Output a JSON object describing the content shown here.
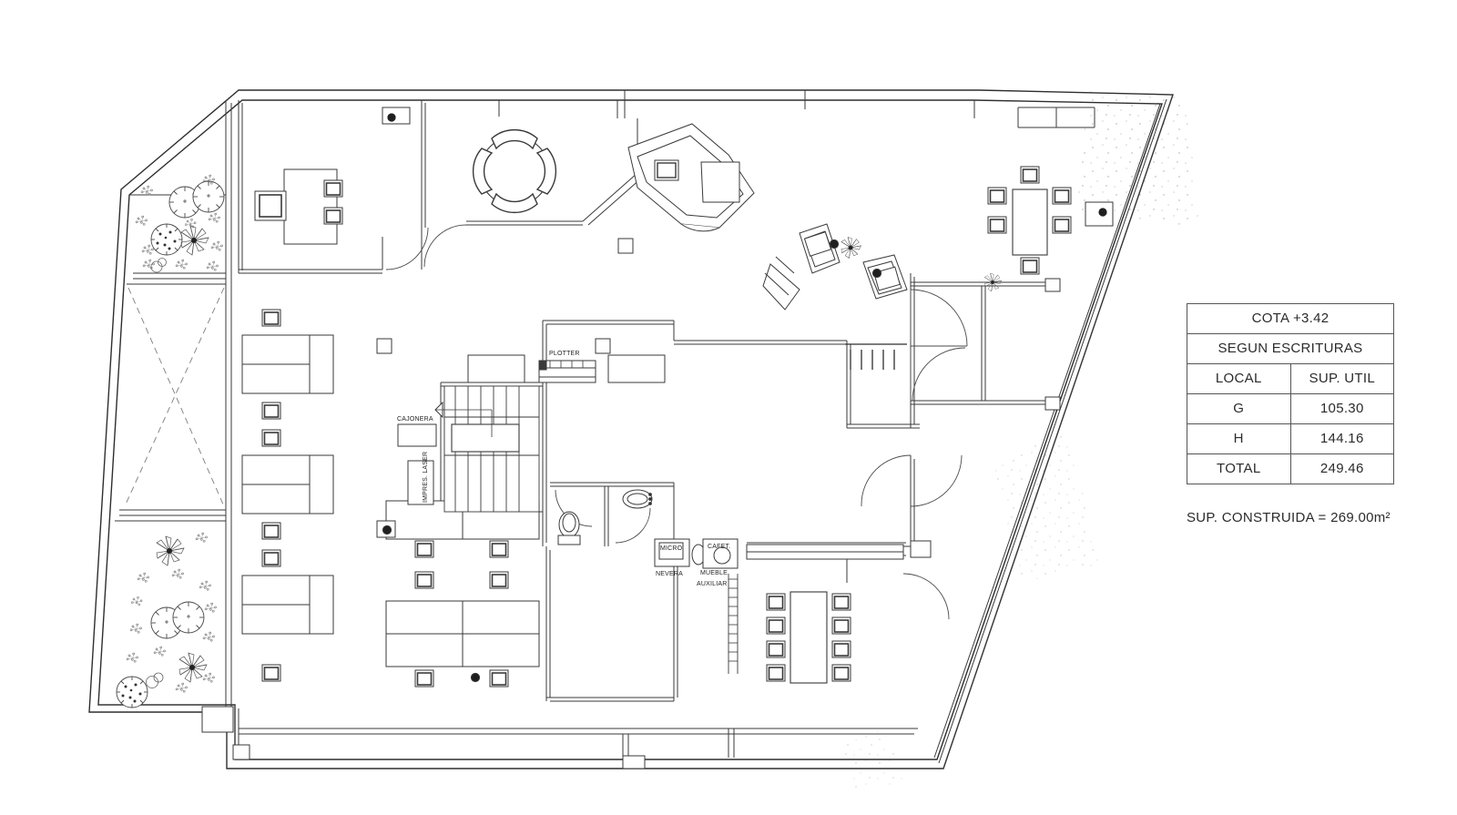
{
  "document": {
    "type": "architectural-floor-plan",
    "title": "COTA +3.42"
  },
  "legend": {
    "title": "COTA +3.42",
    "subtitle": "SEGUN ESCRITURAS",
    "columns": [
      "LOCAL",
      "SUP. UTIL"
    ],
    "rows": [
      {
        "local": "G",
        "sup_util": "105.30"
      },
      {
        "local": "H",
        "sup_util": "144.16"
      },
      {
        "local": "TOTAL",
        "sup_util": "249.46"
      }
    ],
    "footnote": "SUP. CONSTRUIDA = 269.00m²"
  },
  "plan_labels": {
    "plotter": "PLOTTER",
    "cajonera": "CAJONERA",
    "impresora_laser": "IMPRES. LASER",
    "micro": "MICRO",
    "nevera": "NEVERA",
    "cafetera": "CAFET.",
    "mueble": "MUEBLE",
    "auxiliar": "AUXILIAR"
  },
  "colors": {
    "line": "#3a3a3a",
    "wall": "#2e2e2e",
    "thin": "#6b6b6b",
    "paper": "#ffffff",
    "text": "#2b2b2b"
  },
  "chart_data": {
    "type": "table",
    "title": "COTA +3.42 / SEGUN ESCRITURAS",
    "columns": [
      "LOCAL",
      "SUP. UTIL"
    ],
    "rows": [
      [
        "G",
        105.3
      ],
      [
        "H",
        144.16
      ],
      [
        "TOTAL",
        249.46
      ]
    ],
    "annotations": [
      "SUP. CONSTRUIDA = 269.00m²"
    ]
  }
}
